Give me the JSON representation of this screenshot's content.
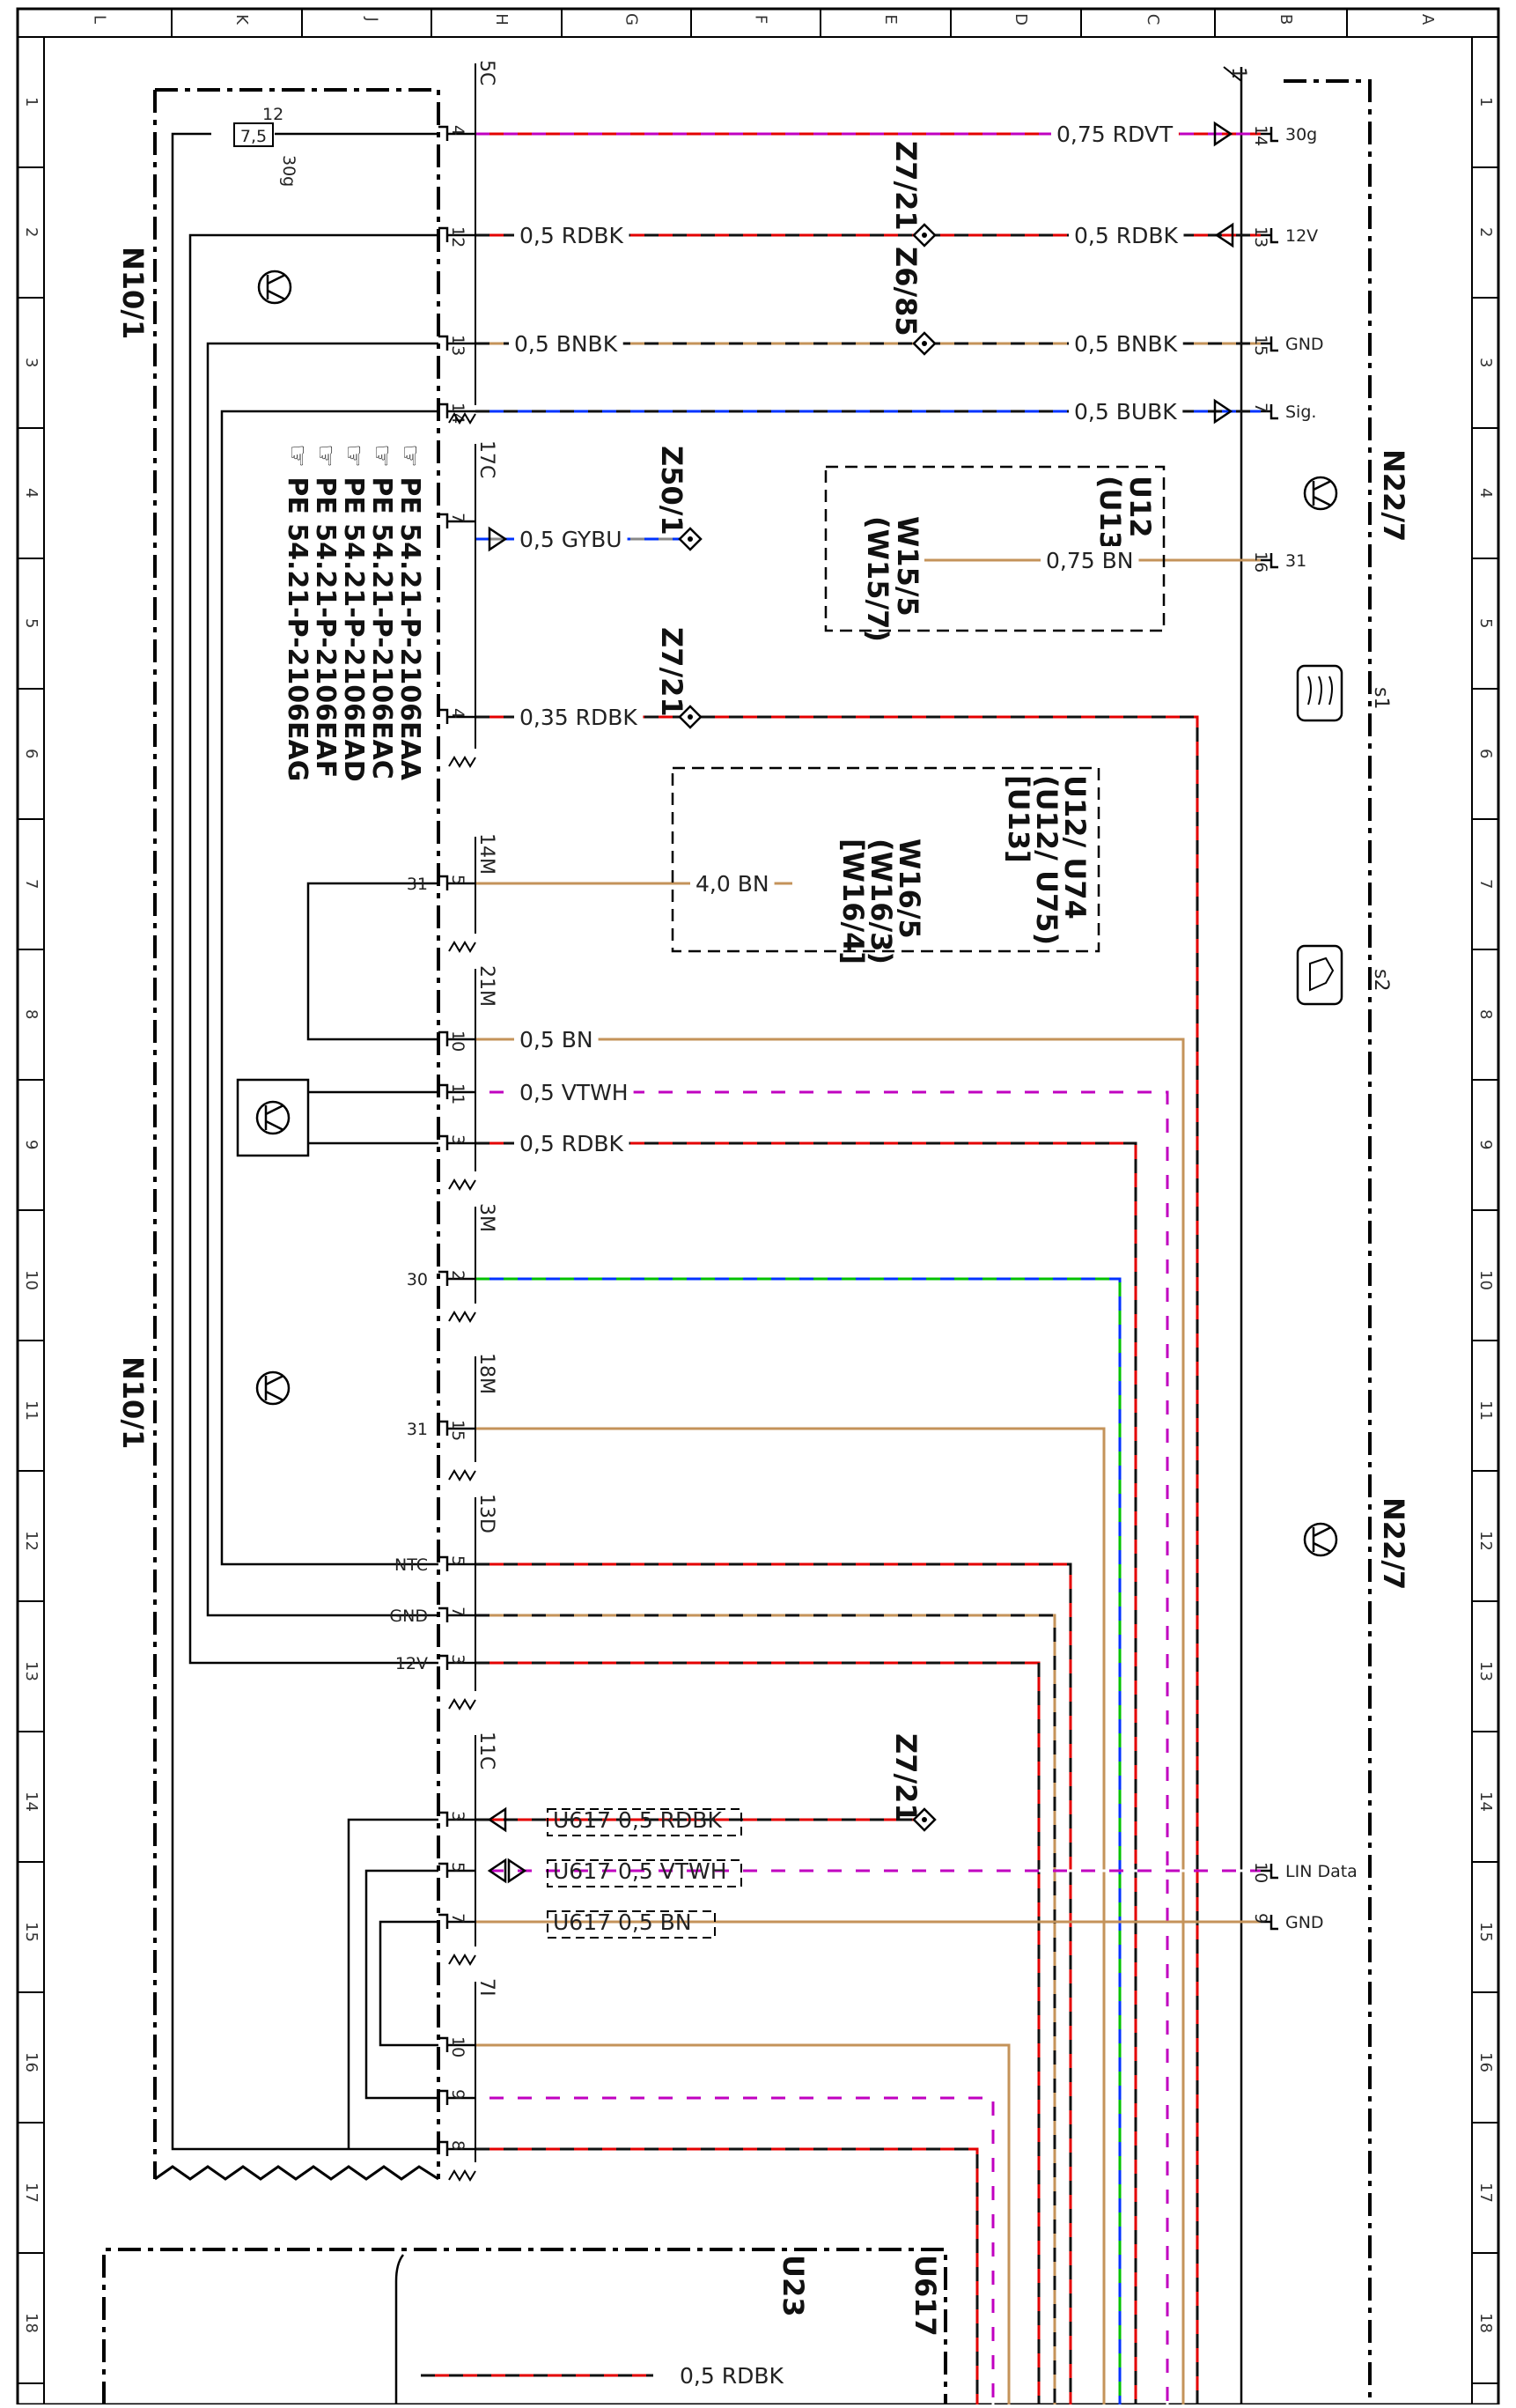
{
  "columns": [
    "L",
    "K",
    "J",
    "H",
    "G",
    "F",
    "E",
    "D",
    "C",
    "B",
    "A"
  ],
  "rows": [
    "1",
    "2",
    "3",
    "4",
    "5",
    "6",
    "7",
    "8",
    "9",
    "10",
    "11",
    "12",
    "13",
    "14",
    "15",
    "16",
    "17",
    "18"
  ],
  "components": {
    "n10_top": "N10/1",
    "n10_bottom": "N10/1",
    "n22_top": "N22/7",
    "n22_bottom": "N22/7",
    "u23": "U23",
    "u617": "U617"
  },
  "fuse": {
    "value": "7,5",
    "pin_in": "12",
    "pin_out": "30g"
  },
  "references": {
    "z7_21_a": "Z7/21",
    "z6_85": "Z6/85",
    "z50_1": "Z50/1",
    "z7_21_b": "Z7/21",
    "z7_21_c": "Z7/21"
  },
  "pe_refs": [
    "PE 54.21-P-2106EAA",
    "PE 54.21-P-2106EAC",
    "PE 54.21-P-2106EAD",
    "PE 54.21-P-2106EAF",
    "PE 54.21-P-2106EAG"
  ],
  "switches": {
    "s1": "s1",
    "s2": "s2"
  },
  "connectors": {
    "c5c": "5C",
    "c17c": "17C",
    "c14m": "14M",
    "c21m": "21M",
    "c3m": "3M",
    "c18m": "18M",
    "c13d": "13D",
    "c11c": "11C",
    "c7i": "7I",
    "c1": "1"
  },
  "pins_h": {
    "r1": "4",
    "r2": "12",
    "r3": "13",
    "r4": "14",
    "r5": "7",
    "r6": "4",
    "r7": "5",
    "r8": "10",
    "r9": "11",
    "r10": "3",
    "r11": "2",
    "r12": "15",
    "r13": "5",
    "r14": "7",
    "r15": "3",
    "r16": "3",
    "r17": "5",
    "r18": "7",
    "r19": "10",
    "r20": "9",
    "r21": "8"
  },
  "pin_side_labels": {
    "p31a": "31",
    "p30": "30",
    "p31b": "31",
    "ntc": "NTC",
    "gnd": "GND",
    "v12": "12V"
  },
  "pins_b": {
    "b1": "14",
    "b2": "13",
    "b3": "15",
    "b4": "7",
    "b5": "16",
    "b6": "10",
    "b7": "9"
  },
  "b_labels": {
    "b1": "30g",
    "b2": "12V",
    "b3": "GND",
    "b4": "Sig.",
    "b5": "31",
    "b6": "LIN Data",
    "b7": "GND"
  },
  "wires": {
    "w1": "0,75 RDVT",
    "w2a": "0,5 RDBK",
    "w2b": "0,5 RDBK",
    "w3a": "0,5 BNBK",
    "w3b": "0,5 BNBK",
    "w4": "0,5 BUBK",
    "w5": "0,5 GYBU",
    "w6": "0,75 BN",
    "w7": "0,35 RDBK",
    "w8": "4,0 BN",
    "w9": "0,5 BN",
    "w10": "0,5 VTWH",
    "w11": "0,5 RDBK",
    "w12": "U617  0,5 RDBK",
    "w13": "U617  0,5 VTWH",
    "w14": "U617  0,5 BN",
    "w15": "0,5 RDBK"
  },
  "ground_boxes": {
    "g1_title": "U12",
    "g1_sub": "(U13)",
    "g1_name": "W15/5",
    "g1_alt": "(W15/7)",
    "g2_title": "U12/ U74",
    "g2_sub1": "(U12/ U75)",
    "g2_sub2": "[U13]",
    "g2_name": "W16/5",
    "g2_alt1": "(W16/3)",
    "g2_alt2": "[W16/4]"
  }
}
